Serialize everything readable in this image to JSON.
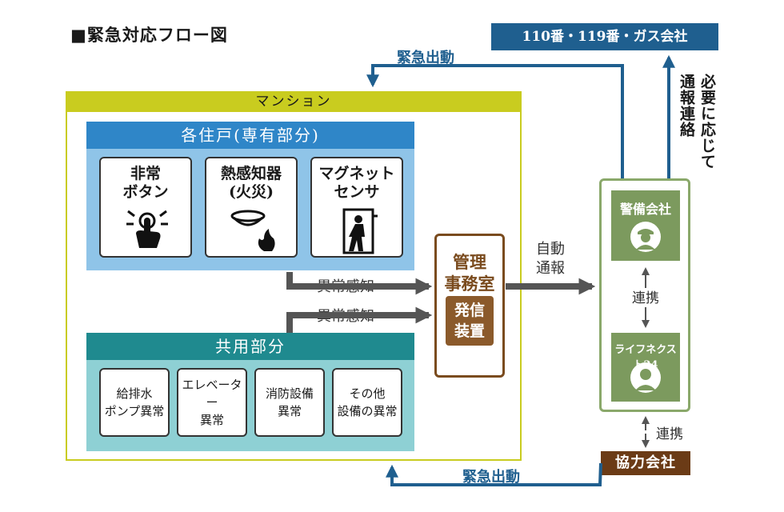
{
  "title": "■緊急対応フロー図",
  "mansion": {
    "label": "マンション",
    "units": {
      "label": "各住戸(専有部分)",
      "devices": [
        {
          "line1": "非常",
          "line2": "ボタン",
          "icon": "emergency-button-icon"
        },
        {
          "line1": "熱感知器",
          "line2": "(火災)",
          "icon": "heat-detector-icon"
        },
        {
          "line1": "マグネット",
          "line2": "センサ",
          "icon": "door-sensor-icon"
        }
      ]
    },
    "common": {
      "label": "共用部分",
      "items": [
        {
          "line1": "給排水",
          "line2": "ポンプ異常"
        },
        {
          "line1": "エレベーター",
          "line2": "異常"
        },
        {
          "line1": "消防設備",
          "line2": "異常"
        },
        {
          "line1": "その他",
          "line2": "設備の異常"
        }
      ]
    }
  },
  "arrows": {
    "detect_1": "異常感知",
    "detect_2": "異常感知",
    "auto_1": "自動",
    "auto_2": "通報",
    "dispatch_top": "緊急出動",
    "dispatch_bottom": "緊急出動",
    "report_col1": "必要に応じて",
    "report_col2": "通報連絡",
    "link_1": "連携",
    "link_2": "連携"
  },
  "office": {
    "line1": "管理",
    "line2": "事務室",
    "sender1": "発信",
    "sender2": "装置"
  },
  "security": {
    "name": "警備会社",
    "icon": "guard-icon"
  },
  "lifenext": {
    "name": "ライフネクスト24",
    "icon": "operator-icon"
  },
  "emergency_services": "110番・119番・ガス会社",
  "partner": "協力会社",
  "colors": {
    "blue_arrow": "#1f5f8f",
    "gray_arrow": "#555555",
    "mansion": "#c9cc1f",
    "units": "#2f86c8",
    "common": "#1f8a8f",
    "office": "#7a4b1e",
    "security": "#7c9a5e",
    "partner": "#6b3b16"
  }
}
